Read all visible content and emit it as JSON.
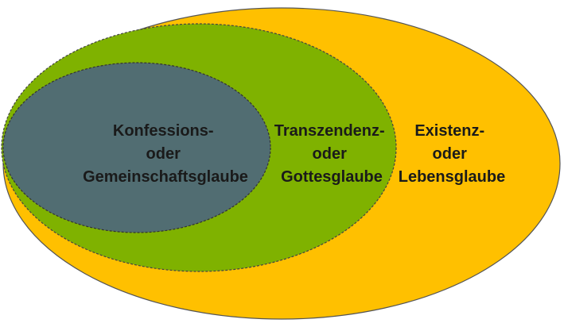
{
  "diagram": {
    "outer": {
      "lines": [
        "Existenz-",
        "oder",
        "Lebensglaube"
      ],
      "fill": "#FFC000"
    },
    "middle": {
      "lines": [
        "Transzendenz-",
        "oder",
        "Gottesglaube"
      ],
      "fill": "#7FB200"
    },
    "inner": {
      "lines": [
        "Konfessions-",
        "oder",
        "Gemeinschaftsglaube"
      ],
      "fill": "#516D72"
    },
    "border_color": "#555555"
  }
}
